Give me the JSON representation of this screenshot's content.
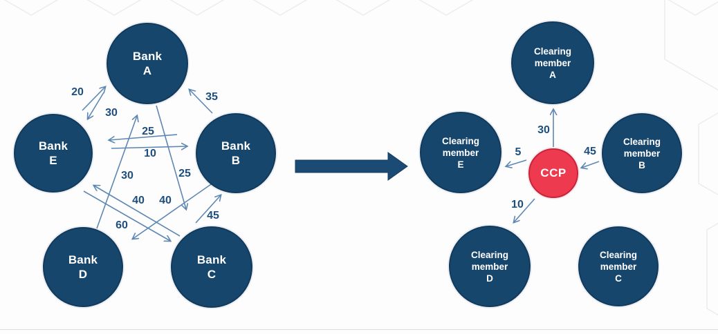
{
  "diagram": {
    "description_left": "bilateral-exposure-network",
    "description_right": "centrally-cleared-network",
    "left_network": {
      "nodes": [
        {
          "id": "bank-a",
          "lines": [
            "Bank",
            "A"
          ]
        },
        {
          "id": "bank-e",
          "lines": [
            "Bank",
            "E"
          ]
        },
        {
          "id": "bank-b",
          "lines": [
            "Bank",
            "B"
          ]
        },
        {
          "id": "bank-d",
          "lines": [
            "Bank",
            "D"
          ]
        },
        {
          "id": "bank-c",
          "lines": [
            "Bank",
            "C"
          ]
        }
      ],
      "edges": [
        {
          "from": "Bank E",
          "to": "Bank A",
          "value": "20"
        },
        {
          "from": "Bank A",
          "to": "Bank E",
          "value": "30"
        },
        {
          "from": "Bank B",
          "to": "Bank A",
          "value": "35"
        },
        {
          "from": "Bank B",
          "to": "Bank E",
          "value": "25"
        },
        {
          "from": "Bank E",
          "to": "Bank B",
          "value": "10"
        },
        {
          "from": "Bank D",
          "to": "Bank A",
          "value": "30"
        },
        {
          "from": "Bank A",
          "to": "Bank C",
          "value": "25"
        },
        {
          "from": "Bank C",
          "to": "Bank E",
          "value": "40"
        },
        {
          "from": "Bank B",
          "to": "Bank D",
          "value": "40"
        },
        {
          "from": "Bank E",
          "to": "Bank C",
          "value": "60"
        },
        {
          "from": "Bank C",
          "to": "Bank B",
          "value": "45"
        }
      ]
    },
    "transform_arrow": "right-arrow",
    "right_network": {
      "nodes": [
        {
          "id": "member-a",
          "lines": [
            "Clearing",
            "member",
            "A"
          ]
        },
        {
          "id": "member-e",
          "lines": [
            "Clearing",
            "member",
            "E"
          ]
        },
        {
          "id": "member-b",
          "lines": [
            "Clearing",
            "member",
            "B"
          ]
        },
        {
          "id": "member-d",
          "lines": [
            "Clearing",
            "member",
            "D"
          ]
        },
        {
          "id": "member-c",
          "lines": [
            "Clearing",
            "member",
            "C"
          ]
        }
      ],
      "ccp_label": "CCP",
      "edges": [
        {
          "from": "CCP",
          "to": "Clearing member A",
          "value": "30"
        },
        {
          "from": "CCP",
          "to": "Clearing member E",
          "value": "5"
        },
        {
          "from": "Clearing member B",
          "to": "CCP",
          "value": "45"
        },
        {
          "from": "CCP",
          "to": "Clearing member D",
          "value": "10"
        }
      ]
    },
    "colors": {
      "node_navy": "#17466d",
      "ccp_red": "#ee3a4e",
      "edge_line": "#5d87b3",
      "edge_label": "#1d4e7e",
      "big_arrow": "#1b4a74"
    }
  }
}
